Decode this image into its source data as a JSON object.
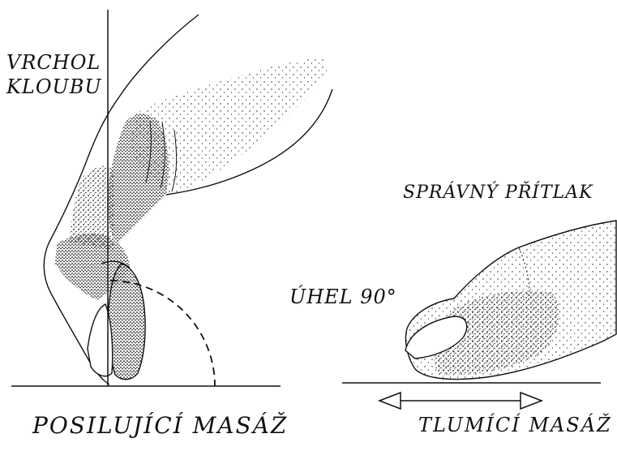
{
  "labels": {
    "vrchol_line1": "VRCHOL",
    "vrchol_line2": "KLOUBU",
    "uhel": "ÚHEL 90°",
    "spravny_pritlak": "SPRÁVNÝ PŘÍTLAK",
    "posilujici_masaz": "POSILUJÍCÍ  MASÁŽ",
    "tlumici_masaz": "TLUMÍCÍ  MASÁŽ"
  },
  "icons": {
    "left_figure": "finger-vertical-press-icon",
    "right_figure": "finger-flat-press-icon",
    "arrow": "double-headed-arrow-icon"
  },
  "colors": {
    "ink": "#111111",
    "background": "#ffffff"
  }
}
